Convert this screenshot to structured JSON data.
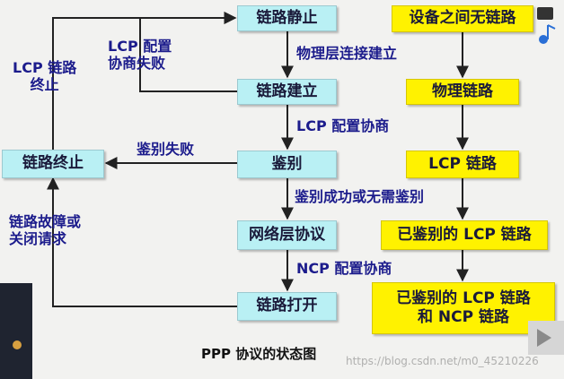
{
  "diagram": {
    "states": {
      "dead": "链路静止",
      "establish": "链路建立",
      "authenticate": "鉴别",
      "network": "网络层协议",
      "open": "链路打开",
      "terminate": "链路终止"
    },
    "physical": {
      "none": "设备之间无链路",
      "physical": "物理链路",
      "lcp": "LCP 链路",
      "authenticated": "已鉴别的 LCP 链路",
      "ncp_line1": "已鉴别的 LCP 链路",
      "ncp_line2": "和 NCP 链路"
    },
    "labels": {
      "physical_established": "物理层连接建立",
      "lcp_negotiate": "LCP 配置协商",
      "auth_ok": "鉴别成功或无需鉴别",
      "ncp_negotiate": "NCP 配置协商",
      "auth_fail": "鉴别失败",
      "lcp_fail_1": "LCP 配置",
      "lcp_fail_2": "协商失败",
      "lcp_term_1": "LCP 链路",
      "lcp_term_2": "终止",
      "fault_1": "链路故障或",
      "fault_2": "关闭请求"
    },
    "caption": "PPP 协议的状态图"
  },
  "watermark": "https://blog.csdn.net/m0_45210226",
  "colors": {
    "state_box": "#b9f0f4",
    "physical_box": "#fff200",
    "label_text": "#1c1c8c",
    "arrow": "#222222"
  }
}
